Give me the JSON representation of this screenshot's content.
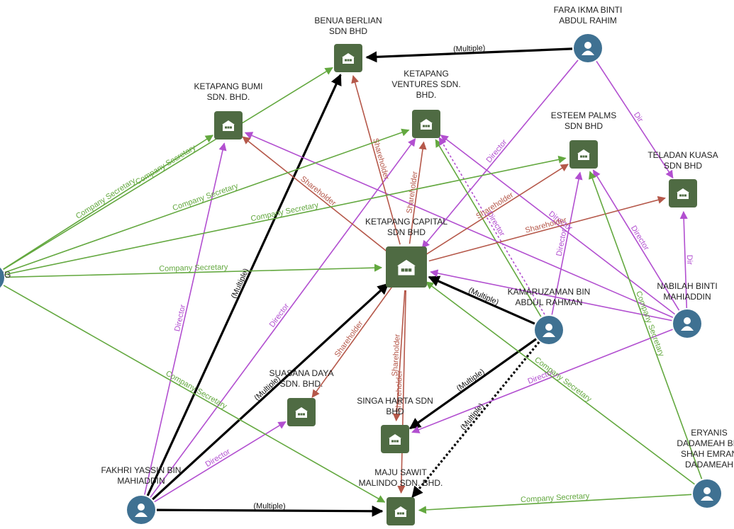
{
  "colors": {
    "company_fill": "#4f6b43",
    "person_fill": "#3f7192",
    "icon_fg": "#ffffff",
    "edge_multiple": "#000000",
    "edge_director": "#b24fd0",
    "edge_company_secretary": "#63a83f",
    "edge_shareholder": "#b5584a"
  },
  "icons": {
    "company": "building-icon",
    "person": "user-icon"
  },
  "nodes": [
    {
      "id": "benua",
      "type": "company",
      "label": [
        "BENUA BERLIAN",
        "SDN BHD"
      ]
    },
    {
      "id": "fara",
      "type": "person",
      "label": [
        "FARA IKMA BINTI",
        "ABDUL RAHIM"
      ]
    },
    {
      "id": "ketapang_bumi",
      "type": "company",
      "label": [
        "KETAPANG BUMI",
        "SDN. BHD."
      ]
    },
    {
      "id": "ketapang_ventures",
      "type": "company",
      "label": [
        "KETAPANG",
        "VENTURES SDN.",
        "BHD."
      ]
    },
    {
      "id": "esteem",
      "type": "company",
      "label": [
        "ESTEEM PALMS",
        "SDN BHD"
      ]
    },
    {
      "id": "teladan",
      "type": "company",
      "label": [
        "TELADAN KUASA",
        "SDN BHD"
      ]
    },
    {
      "id": "ketapang_capital",
      "type": "company",
      "label": [
        "KETAPANG CAPITAL",
        "SDN BHD"
      ]
    },
    {
      "id": "kamaruzaman",
      "type": "person",
      "label": [
        "KAMARUZAMAN BIN",
        "ABDUL RAHMAN"
      ]
    },
    {
      "id": "nabilah",
      "type": "person",
      "label": [
        "NABILAH BINTI",
        "MAHIADDIN"
      ]
    },
    {
      "id": "suasana",
      "type": "company",
      "label": [
        "SUASANA DAYA",
        "SDN. BHD."
      ]
    },
    {
      "id": "singa",
      "type": "company",
      "label": [
        "SINGA HARTA SDN",
        "BHD"
      ]
    },
    {
      "id": "maju",
      "type": "company",
      "label": [
        "MAJU SAWIT",
        "MALINDO SDN. BHD."
      ]
    },
    {
      "id": "fakhri",
      "type": "person",
      "label": [
        "FAKHRI YASSIN BIN",
        "MAHIADDIN"
      ]
    },
    {
      "id": "eryanis",
      "type": "person",
      "label": [
        "ERYANIS",
        "DADAMEAH BIN",
        "SHAH EMRAN",
        "DADAMEAH"
      ]
    },
    {
      "id": "left_node",
      "type": "person",
      "label": [
        "IG"
      ]
    }
  ],
  "edges": [
    {
      "from": "fara",
      "to": "benua",
      "type": "multiple",
      "label": "(Multiple)"
    },
    {
      "from": "fara",
      "to": "teladan",
      "type": "director",
      "label": "Dir"
    },
    {
      "from": "fara",
      "to": "ketapang_capital",
      "type": "director",
      "label": "Director"
    },
    {
      "from": "fakhri",
      "to": "benua",
      "type": "multiple",
      "label": "(Multiple)"
    },
    {
      "from": "fakhri",
      "to": "ketapang_capital",
      "type": "multiple",
      "label": "(Multiple)"
    },
    {
      "from": "fakhri",
      "to": "maju",
      "type": "multiple",
      "label": "(Multiple)"
    },
    {
      "from": "fakhri",
      "to": "ketapang_bumi",
      "type": "director",
      "label": "Director"
    },
    {
      "from": "fakhri",
      "to": "ketapang_ventures",
      "type": "director",
      "label": "Director"
    },
    {
      "from": "fakhri",
      "to": "suasana",
      "type": "director",
      "label": "Director"
    },
    {
      "from": "kamaruzaman",
      "to": "ketapang_capital",
      "type": "multiple",
      "label": "(Multiple)"
    },
    {
      "from": "kamaruzaman",
      "to": "singa",
      "type": "multiple",
      "label": "(Multiple)"
    },
    {
      "from": "kamaruzaman",
      "to": "maju",
      "type": "multiple",
      "label": "(Multiple)"
    },
    {
      "from": "kamaruzaman",
      "to": "ketapang_ventures",
      "type": "company_secretary",
      "label": ""
    },
    {
      "from": "kamaruzaman",
      "to": "esteem",
      "type": "director",
      "label": "Director"
    },
    {
      "from": "kamaruzaman",
      "to": "ketapang_ventures",
      "type": "director",
      "label": "Director"
    },
    {
      "from": "nabilah",
      "to": "teladan",
      "type": "director",
      "label": "Dir"
    },
    {
      "from": "nabilah",
      "to": "esteem",
      "type": "director",
      "label": "Director"
    },
    {
      "from": "nabilah",
      "to": "ketapang_ventures",
      "type": "director",
      "label": "Director"
    },
    {
      "from": "nabilah",
      "to": "ketapang_bumi",
      "type": "director",
      "label": ""
    },
    {
      "from": "nabilah",
      "to": "ketapang_capital",
      "type": "director",
      "label": ""
    },
    {
      "from": "nabilah",
      "to": "singa",
      "type": "director",
      "label": "Director"
    },
    {
      "from": "ketapang_capital",
      "to": "benua",
      "type": "shareholder",
      "label": "Shareholder"
    },
    {
      "from": "ketapang_capital",
      "to": "ketapang_bumi",
      "type": "shareholder",
      "label": "Shareholder"
    },
    {
      "from": "ketapang_capital",
      "to": "ketapang_ventures",
      "type": "shareholder",
      "label": "Shareholder"
    },
    {
      "from": "ketapang_capital",
      "to": "esteem",
      "type": "shareholder",
      "label": "Shareholder"
    },
    {
      "from": "ketapang_capital",
      "to": "teladan",
      "type": "shareholder",
      "label": "Shareholder"
    },
    {
      "from": "ketapang_capital",
      "to": "suasana",
      "type": "shareholder",
      "label": "Shareholder"
    },
    {
      "from": "ketapang_capital",
      "to": "singa",
      "type": "shareholder",
      "label": "Shareholder"
    },
    {
      "from": "ketapang_capital",
      "to": "maju",
      "type": "shareholder",
      "label": "Shareholder"
    },
    {
      "from": "eryanis",
      "to": "maju",
      "type": "company_secretary",
      "label": "Company Secretary"
    },
    {
      "from": "eryanis",
      "to": "ketapang_capital",
      "type": "company_secretary",
      "label": "Company Secretary"
    },
    {
      "from": "eryanis",
      "to": "esteem",
      "type": "company_secretary",
      "label": "Company Secretary"
    },
    {
      "from": "left_node",
      "to": "ketapang_bumi",
      "type": "company_secretary",
      "label": "Company Secretary"
    },
    {
      "from": "left_node",
      "to": "benua",
      "type": "company_secretary",
      "label": "Company Secretary"
    },
    {
      "from": "left_node",
      "to": "ketapang_ventures",
      "type": "company_secretary",
      "label": "Company Secretary"
    },
    {
      "from": "left_node",
      "to": "esteem",
      "type": "company_secretary",
      "label": "Company Secretary"
    },
    {
      "from": "left_node",
      "to": "ketapang_capital",
      "type": "company_secretary",
      "label": "Company Secretary"
    },
    {
      "from": "left_node",
      "to": "maju",
      "type": "company_secretary",
      "label": "Company Secretary"
    }
  ]
}
